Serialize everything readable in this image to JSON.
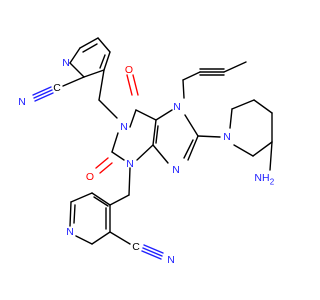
{
  "atoms": {
    "n_cn_top_nitrile": "N",
    "c_cn_top_nitrile": "C",
    "n_pyridine_top": "N",
    "n1_purine": "N",
    "o_c6": "O",
    "n7_purine": "N",
    "n9_purine": "N",
    "n3_purine": "N",
    "o_c2": "O",
    "n_piperidine": "N",
    "nh2_amine": "NH",
    "nh2_amine_sub": "2",
    "n_pyridine_bottom": "N",
    "c_cn_bottom_nitrile": "C",
    "n_cn_bottom_nitrile": "N"
  },
  "colors": {
    "carbon": "#000000",
    "nitrogen": "#2020ff",
    "oxygen": "#ff0000",
    "background": "#ffffff"
  }
}
